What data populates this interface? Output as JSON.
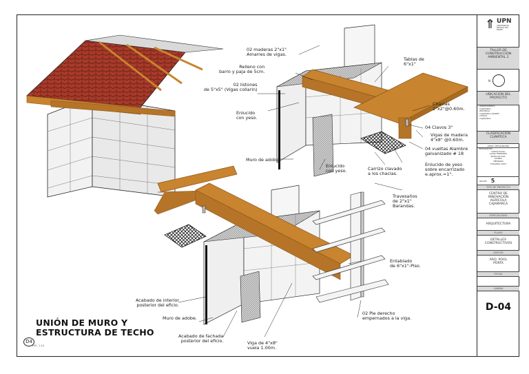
{
  "sheet": {
    "title_line1": "UNIÓN DE MURO Y",
    "title_line2": "ESTRUCTURA DE TECHO",
    "detail_number": "D4",
    "scale": "ESC. 1:10"
  },
  "labels": {
    "maderas": "02 maderas 2\"x1\"\nAmarres de vigas.",
    "relleno": "Relleno con\nbarro y paja de 5cm.",
    "listones": "02 listones\nde 5\"x5\" (Vigas collarin)",
    "enlucido1": "Enlucido\ncon yeso.",
    "muro_adobe1": "Muro de adobe",
    "enlucido2": "Enlucido\ncon yeso.",
    "tablas": "Tablas de\n6\"x1\"",
    "chaclas": "Chaclas\n2\"x2\"@0.60m.",
    "clavos": "04 Clavos 3\"",
    "vigas_madera": "Vigas de madera\n4\"x8\" @0.60m.",
    "vueltas": "04 vueltas Alambre\ngalvanizado # 18",
    "carrizo": "Carrizo clavado\na los chaclas.",
    "enlucido_yeso": "Enlucido de yeso\nsobre encarrizado\ne.aprox.=1\".",
    "travesanos": "Travesaños\nde 2\"x1\"\nBarandas.",
    "entablado": "Entablado\nde 6\"x1\"-Piso.",
    "acabado_interior": "Acabado de interior\nposterior del eficio.",
    "muro_adobe2": "Muro de adobe.",
    "acabado_fachada": "Acabado de fachada\nposterior del eficio.",
    "viga": "Viga de 4\"x8\"\nvuela 1.00m.",
    "pie_derecho": "02 Pie derecho\nempernados a la viga."
  },
  "title_block": {
    "logo": "UPN",
    "logo_sub": "UNIVERSIDAD PRIVADA DEL NORTE",
    "course": "TALLER DE\nCONSTRUCCIÓN\nAMBIENTAL 2",
    "north": "N",
    "location_header": "UBICACIÓN DEL\nPROYECTO",
    "location_text": "DEPARTAMENTO\nCAJAMARCA\nPROVINCIA\nCAJAMARCA (NORTE)\nCIUDAD\nCAJAMARCA",
    "climate_header": "CLASIFICACIÓN\nCLIMÁTICA",
    "climate_sub": "ZONA: MESOANDINO",
    "members_header": "INTEGRANTES:",
    "members": "CURSO PLAZA,\nLAURA FERNANDA\nBAZALAR ALVA,\nGIANELI\nMEDRANO\nCHAVARRI, ROXY",
    "grupo_label": "GRUPO",
    "grupo_value": "5",
    "tipo_label": "TIPO DE PROYECTO",
    "project": "CENTRO DE\nINNOVACIÓN\nAGRÍCOLA\nCAJAMARCA",
    "especialidad_label": "ESPECIALIDAD",
    "specialty": "ARQUITECTURA",
    "plano_label": "PLANO",
    "plan": "DETALLES\nCONSTRUCTIVOS",
    "asesor_label": "ASESOR",
    "advisor": "ARQ. POOL\nPORTA",
    "fecha_label": "FECHA",
    "lamina_label": "LÁMINA",
    "sheet_code": "D-04"
  },
  "colors": {
    "wood": "#c8842e",
    "wood_dark": "#8a5418",
    "tile": "#a83a2a",
    "wall": "#eeeeee",
    "line": "#222222"
  }
}
